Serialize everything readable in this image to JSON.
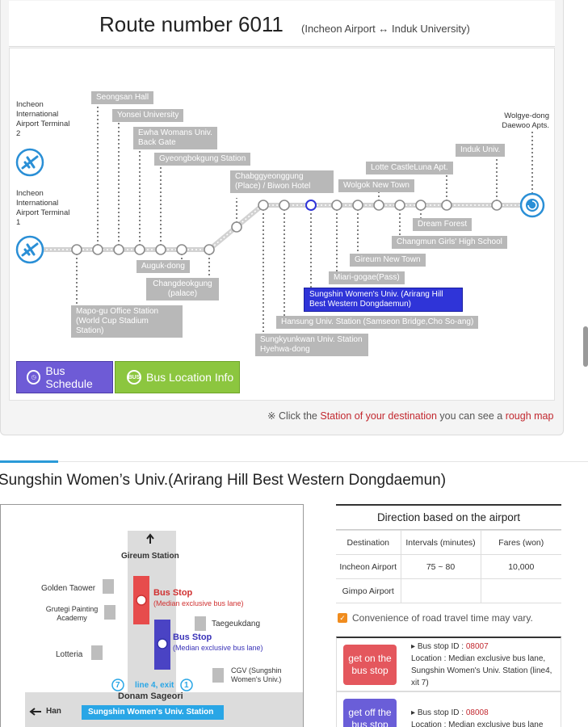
{
  "route": {
    "title": "Route number 6011",
    "subtitle": "(Incheon Airport ↔ Induk University)"
  },
  "terminals": {
    "t2": "Incheon International Airport Terminal 2",
    "t1": "Incheon International Airport Terminal 1",
    "end": "Wolgye-dong Daewoo Apts."
  },
  "stations": {
    "seongsan": "Seongsan Hall",
    "yonsei": "Yonsei University",
    "ewha": "Ewha Womans Univ. Back Gate",
    "gyeongbok": "Gyeongbokgung Station",
    "changgyeong": "Chabggyeonggung (Place) / Biwon Hotel",
    "wolgok": "Wolgok New Town",
    "lotte": "Lotte CastleLuna Apt.",
    "induk": "Induk Univ.",
    "dream": "Dream Forest",
    "changmun": "Changmun Girls' High School",
    "gireum": "Gireum New Town",
    "miari": "Miari-gogae(Pass)",
    "sungshin": "Sungshin Women's Univ. (Arirang Hill Best Western Dongdaemun)",
    "hansung": "Hansung Univ. Station (Samseon Bridge,Cho So-ang)",
    "sungkyunkwan": "Sungkyunkwan Univ. Station Hyehwa-dong",
    "auguk": "Auguk-dong",
    "changdeok": "Changdeokgung (palace)",
    "mapo": "Mapo-gu Office Station (World Cup Stadium Station)"
  },
  "buttons": {
    "schedule": "Bus Schedule",
    "location": "Bus Location Info"
  },
  "note": {
    "prefix": "※ Click the ",
    "highlight1": "Station of your destination",
    "middle": " you can see a ",
    "highlight2": "rough map"
  },
  "section": {
    "title": "Sungshin Women’s Univ.(Arirang Hill Best Western Dongdaemun)"
  },
  "local_map": {
    "gireum_station": "Gireum Station",
    "golden_tower": "Golden Taower",
    "grutegi": "Grutegi Painting Academy",
    "taegeukdang": "Taegeukdang",
    "lotteria": "Lotteria",
    "cgv": "CGV (Sungshin Women's Univ.)",
    "bus_stop_1": "Bus Stop",
    "bus_stop_1_sub": "(Median exclusive bus lane)",
    "bus_stop_2": "Bus Stop",
    "bus_stop_2_sub": "(Median exclusive bus lane)",
    "exit_label": "line 4, exit",
    "exit_left": "7",
    "exit_right": "1",
    "donam": "Donam Sageori",
    "han": "Han",
    "station_bar": "Sungshin Women's Univ. Station"
  },
  "direction": {
    "title": "Direction based on the airport",
    "headers": [
      "Destination",
      "Intervals (minutes)",
      "Fares (won)"
    ],
    "rows": [
      [
        "Incheon Airport",
        "75 ~ 80",
        "10,000"
      ],
      [
        "Gimpo Airport",
        "",
        ""
      ]
    ],
    "note": "Convenience of road travel time may vary."
  },
  "stops": {
    "get_on": {
      "button": "get on the bus stop",
      "id_label": "Bus stop ID : ",
      "id": "08007",
      "location": "Location : Median exclusive bus lane, Sungshin Women's Univ. Station (line4, xit 7)"
    },
    "get_off": {
      "button": "get off the bus stop",
      "id_label": "Bus stop ID : ",
      "id": "08008",
      "location": "Location : Median exclusive bus lane"
    }
  },
  "colors": {
    "selected_station": "#2f34d8",
    "route_line": "#cfcfcf",
    "terminal_icon": "#2a8fd6",
    "schedule_button": "#6e5bd6",
    "location_button": "#8cc63f",
    "get_on_button": "#e4575d",
    "get_off_button": "#6a5ed8",
    "accent_red": "#c2282f",
    "section_bar": "#2a9ad8"
  }
}
